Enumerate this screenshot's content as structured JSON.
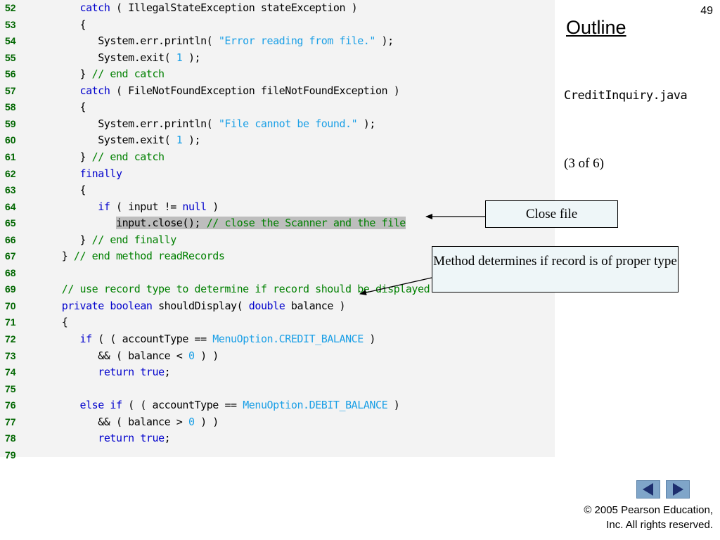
{
  "page_number": "49",
  "outline_title": "Outline",
  "file_name": "CreditInquiry.java",
  "part_label": "(3 of 6)",
  "callouts": {
    "close_file": "Close file",
    "method_determines": "Method determines if record is of proper type"
  },
  "copyright": {
    "line1": "© 2005 Pearson Education,",
    "line2": "Inc.  All rights reserved."
  },
  "nav": {
    "prev_icon": "triangle-left-icon",
    "next_icon": "triangle-right-icon",
    "button_color": "#7fa5c9"
  },
  "code_lines": [
    {
      "num": "52",
      "tokens": [
        {
          "t": "      "
        },
        {
          "t": "catch",
          "c": "kw"
        },
        {
          "t": " ( IllegalStateException stateException )"
        }
      ]
    },
    {
      "num": "53",
      "tokens": [
        {
          "t": "      {"
        }
      ]
    },
    {
      "num": "54",
      "tokens": [
        {
          "t": "         System.err.println( "
        },
        {
          "t": "\"Error reading from file.\"",
          "c": "str"
        },
        {
          "t": " );"
        }
      ]
    },
    {
      "num": "55",
      "tokens": [
        {
          "t": "         System.exit( "
        },
        {
          "t": "1",
          "c": "num"
        },
        {
          "t": " );"
        }
      ]
    },
    {
      "num": "56",
      "tokens": [
        {
          "t": "      } "
        },
        {
          "t": "// end catch",
          "c": "cm"
        }
      ]
    },
    {
      "num": "57",
      "tokens": [
        {
          "t": "      "
        },
        {
          "t": "catch",
          "c": "kw"
        },
        {
          "t": " ( FileNotFoundException fileNotFoundException )"
        }
      ]
    },
    {
      "num": "58",
      "tokens": [
        {
          "t": "      {"
        }
      ]
    },
    {
      "num": "59",
      "tokens": [
        {
          "t": "         System.err.println( "
        },
        {
          "t": "\"File cannot be found.\"",
          "c": "str"
        },
        {
          "t": " );"
        }
      ]
    },
    {
      "num": "60",
      "tokens": [
        {
          "t": "         System.exit( "
        },
        {
          "t": "1",
          "c": "num"
        },
        {
          "t": " );"
        }
      ]
    },
    {
      "num": "61",
      "tokens": [
        {
          "t": "      } "
        },
        {
          "t": "// end catch",
          "c": "cm"
        }
      ]
    },
    {
      "num": "62",
      "tokens": [
        {
          "t": "      "
        },
        {
          "t": "finally",
          "c": "kw"
        }
      ]
    },
    {
      "num": "63",
      "tokens": [
        {
          "t": "      {"
        }
      ]
    },
    {
      "num": "64",
      "tokens": [
        {
          "t": "         "
        },
        {
          "t": "if",
          "c": "kw"
        },
        {
          "t": " ( input != "
        },
        {
          "t": "null",
          "c": "kw"
        },
        {
          "t": " )"
        }
      ]
    },
    {
      "num": "65",
      "tokens": [
        {
          "t": "            "
        },
        {
          "t": "input.close(); ",
          "h": true
        },
        {
          "t": "// close the Scanner and the file",
          "c": "cm",
          "h": true
        }
      ]
    },
    {
      "num": "66",
      "tokens": [
        {
          "t": "      } "
        },
        {
          "t": "// end finally",
          "c": "cm"
        }
      ]
    },
    {
      "num": "67",
      "tokens": [
        {
          "t": "   } "
        },
        {
          "t": "// end method readRecords",
          "c": "cm"
        }
      ]
    },
    {
      "num": "68",
      "tokens": []
    },
    {
      "num": "69",
      "tokens": [
        {
          "t": "   "
        },
        {
          "t": "// use record type to determine if record should be displayed",
          "c": "cm"
        }
      ]
    },
    {
      "num": "70",
      "tokens": [
        {
          "t": "   "
        },
        {
          "t": "private",
          "c": "kw"
        },
        {
          "t": " "
        },
        {
          "t": "boolean",
          "c": "kw"
        },
        {
          "t": " shouldDisplay( "
        },
        {
          "t": "double",
          "c": "kw"
        },
        {
          "t": " balance )"
        }
      ]
    },
    {
      "num": "71",
      "tokens": [
        {
          "t": "   {"
        }
      ]
    },
    {
      "num": "72",
      "tokens": [
        {
          "t": "      "
        },
        {
          "t": "if",
          "c": "kw"
        },
        {
          "t": " ( ( accountType == "
        },
        {
          "t": "MenuOption.CREDIT_BALANCE",
          "c": "const"
        },
        {
          "t": " )"
        }
      ]
    },
    {
      "num": "73",
      "tokens": [
        {
          "t": "         && ( balance < "
        },
        {
          "t": "0",
          "c": "num"
        },
        {
          "t": " ) )"
        }
      ]
    },
    {
      "num": "74",
      "tokens": [
        {
          "t": "         "
        },
        {
          "t": "return",
          "c": "kw"
        },
        {
          "t": " "
        },
        {
          "t": "true",
          "c": "kw"
        },
        {
          "t": ";"
        }
      ]
    },
    {
      "num": "75",
      "tokens": []
    },
    {
      "num": "76",
      "tokens": [
        {
          "t": "      "
        },
        {
          "t": "else",
          "c": "kw"
        },
        {
          "t": " "
        },
        {
          "t": "if",
          "c": "kw"
        },
        {
          "t": " ( ( accountType == "
        },
        {
          "t": "MenuOption.DEBIT_BALANCE",
          "c": "const"
        },
        {
          "t": " )"
        }
      ]
    },
    {
      "num": "77",
      "tokens": [
        {
          "t": "         && ( balance > "
        },
        {
          "t": "0",
          "c": "num"
        },
        {
          "t": " ) )"
        }
      ]
    },
    {
      "num": "78",
      "tokens": [
        {
          "t": "         "
        },
        {
          "t": "return",
          "c": "kw"
        },
        {
          "t": " "
        },
        {
          "t": "true",
          "c": "kw"
        },
        {
          "t": ";"
        }
      ]
    },
    {
      "num": "79",
      "tokens": []
    }
  ]
}
